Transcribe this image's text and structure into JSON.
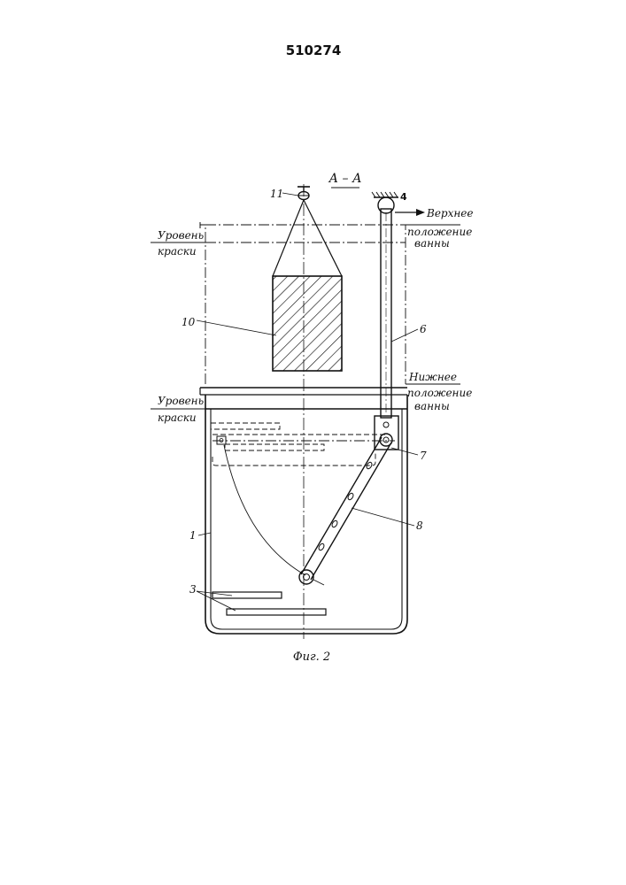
{
  "patent_number": "510274",
  "section_label": "А – А",
  "figure_caption": "Фиг. 2",
  "labels": {
    "paint_level_upper_1": "Уровень",
    "paint_level_upper_2": "краски",
    "paint_level_lower_1": "Уровень",
    "paint_level_lower_2": "краски",
    "upper_position_1": "Верхнее",
    "upper_position_2": "положение",
    "upper_position_3": "ванны",
    "lower_position_1": "Нижнее",
    "lower_position_2": "положение",
    "lower_position_3": "ванны"
  },
  "part_numbers": {
    "p1": "1",
    "p3": "3",
    "p4": "4",
    "p6": "6",
    "p7": "7",
    "p8": "8",
    "p10": "10",
    "p11": "11"
  }
}
